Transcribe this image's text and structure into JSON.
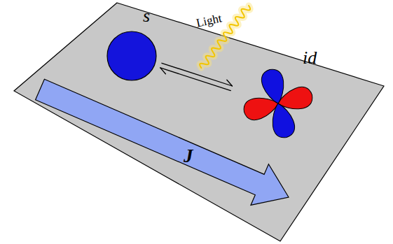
{
  "diagram": {
    "nodes": [
      {
        "text": [
          "s"
        ]
      },
      {
        "text": [
          "id"
        ]
      },
      {
        "text": [
          "J"
        ]
      }
    ],
    "edges": [
      {
        "from": 0,
        "to": 1,
        "arrow": "both"
      }
    ],
    "labels": [
      "Light"
    ]
  }
}
